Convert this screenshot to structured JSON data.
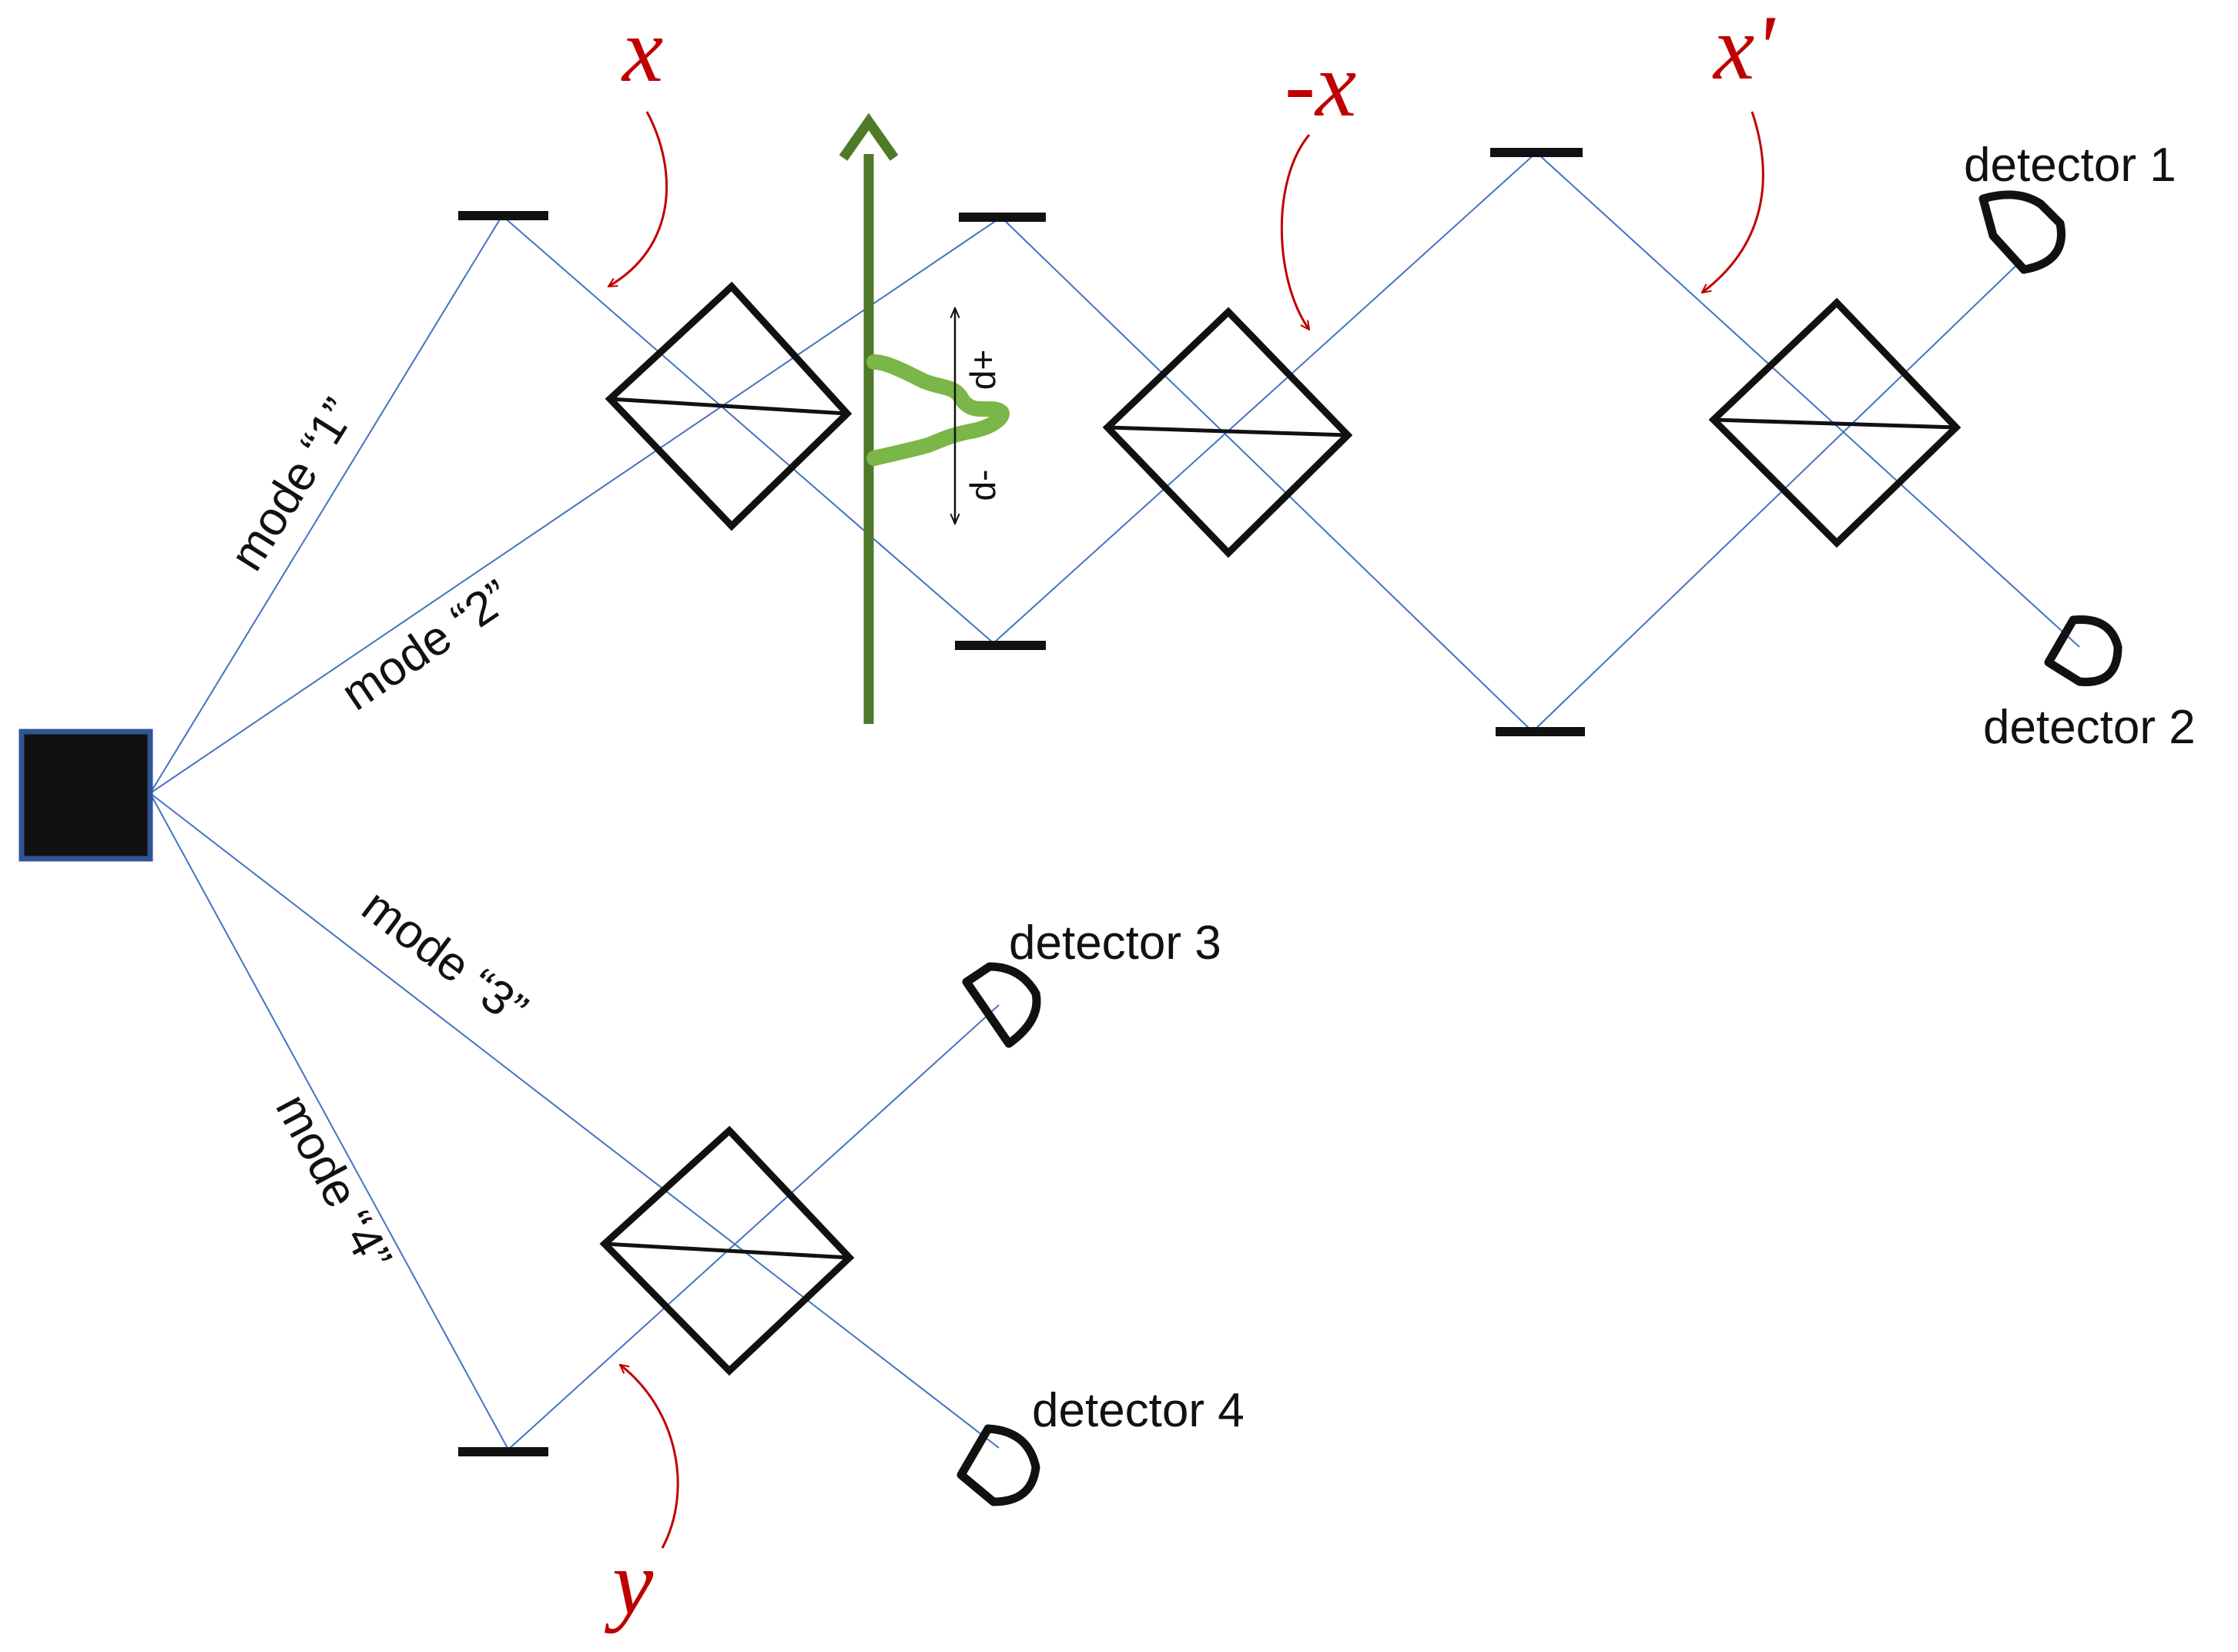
{
  "labels": {
    "mode1": "mode “1”",
    "mode2": "mode “2”",
    "mode3": "mode “3”",
    "mode4": "mode “4”",
    "detector1": "detector 1",
    "detector2": "detector 2",
    "detector3": "detector 3",
    "detector4": "detector 4",
    "d_plus": "d+",
    "d_minus": "d-"
  },
  "variables": {
    "x": "x",
    "minus_x": "-x",
    "x_prime": "x'",
    "y": "y"
  },
  "colors": {
    "beam": "#4472c4",
    "annotation": "#c00000",
    "gravity_arrow": "#4f7a28",
    "wavepacket": "#7ab648",
    "source": "#111111",
    "source_border": "#2f5597"
  }
}
